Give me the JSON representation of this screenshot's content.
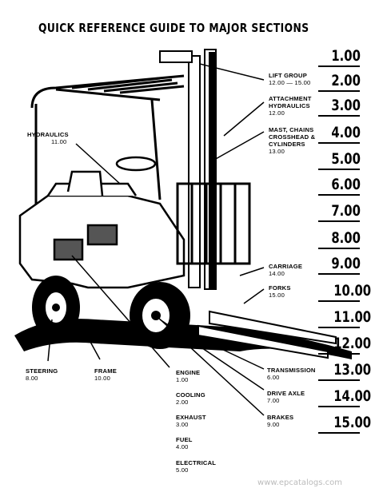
{
  "title": "QUICK REFERENCE GUIDE TO MAJOR SECTIONS",
  "tabs": [
    "1.00",
    "2.00",
    "3.00",
    "4.00",
    "5.00",
    "6.00",
    "7.00",
    "8.00",
    "9.00",
    "10.00",
    "11.00",
    "12.00",
    "13.00",
    "14.00",
    "15.00"
  ],
  "labels": {
    "hydraulics": {
      "name": "HYDRAULICS",
      "num": "11.00"
    },
    "lift_group": {
      "name": "LIFT GROUP",
      "num": "12.00 — 15.00"
    },
    "attachment": {
      "line1": "ATTACHMENT",
      "line2": "HYDRAULICS",
      "num": "12.00"
    },
    "mast": {
      "line1": "MAST, CHAINS",
      "line2": "CROSSHEAD &",
      "line3": "CYLINDERS",
      "num": "13.00"
    },
    "carriage": {
      "name": "CARRIAGE",
      "num": "14.00"
    },
    "forks": {
      "name": "FORKS",
      "num": "15.00"
    },
    "steering": {
      "name": "STEERING",
      "num": "8.00"
    },
    "frame": {
      "name": "FRAME",
      "num": "10.00"
    },
    "engine": {
      "name": "ENGINE",
      "num": "1.00"
    },
    "cooling": {
      "name": "COOLING",
      "num": "2.00"
    },
    "exhaust": {
      "name": "EXHAUST",
      "num": "3.00"
    },
    "fuel": {
      "name": "FUEL",
      "num": "4.00"
    },
    "electrical": {
      "name": "ELECTRICAL",
      "num": "5.00"
    },
    "transmission": {
      "name": "TRANSMISSION",
      "num": "6.00"
    },
    "drive_axle": {
      "name": "DRIVE AXLE",
      "num": "7.00"
    },
    "brakes": {
      "name": "BRAKES",
      "num": "9.00"
    }
  },
  "footer": "www.epcatalogs.com"
}
